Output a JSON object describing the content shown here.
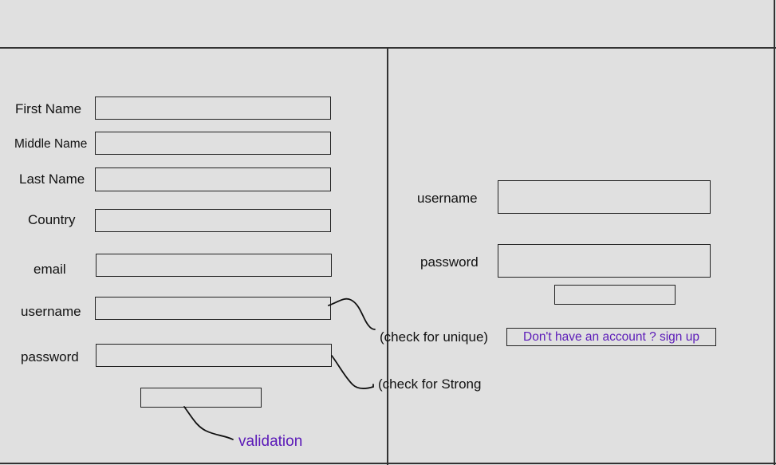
{
  "register_form": {
    "fields": {
      "first_name": "First Name",
      "middle_name": "Middle Name",
      "last_name": "Last Name",
      "country": "Country",
      "email": "email",
      "username": "username",
      "password": "password"
    },
    "notes": {
      "unique": "(check for unique)",
      "strong": "(check for Strong",
      "validation": "validation"
    }
  },
  "login_form": {
    "username_label": "username",
    "password_label": "password",
    "signup_link": "Don't have an account ? sign up"
  },
  "colors": {
    "background": "#e0e0e0",
    "annotation": "#5b1ab8"
  }
}
